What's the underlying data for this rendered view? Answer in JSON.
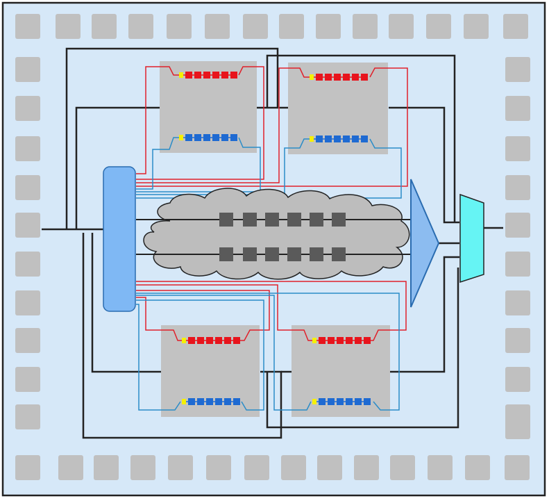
{
  "colors": {
    "background": "#d6e8f8",
    "frame": "#222222",
    "pad": "#c0c0c0",
    "module": "#c2c2c2",
    "red_register": "#e8141c",
    "blue_register": "#1e6ad2",
    "enable_cell": "#f5f000",
    "red_wire": "#e0202a",
    "blue_wire": "#2a8cc8",
    "black_wire": "#222222",
    "splitter": "#7fb8f4",
    "combiner": "#8cbcf0",
    "selector": "#66f4f4",
    "cloud": "#bdbdbd",
    "cloud_cell": "#5a5a5a"
  },
  "icons": {
    "splitter": "rounded-vertical-bar",
    "combiner": "triangle-arrow",
    "selector": "trapezoid-mux",
    "cloud": "cloud",
    "pad": "square-pad"
  },
  "diagram": {
    "modules": 4,
    "register_cells_per_row": 6,
    "cloud_rows": 2,
    "cloud_cells_per_row": 6
  }
}
